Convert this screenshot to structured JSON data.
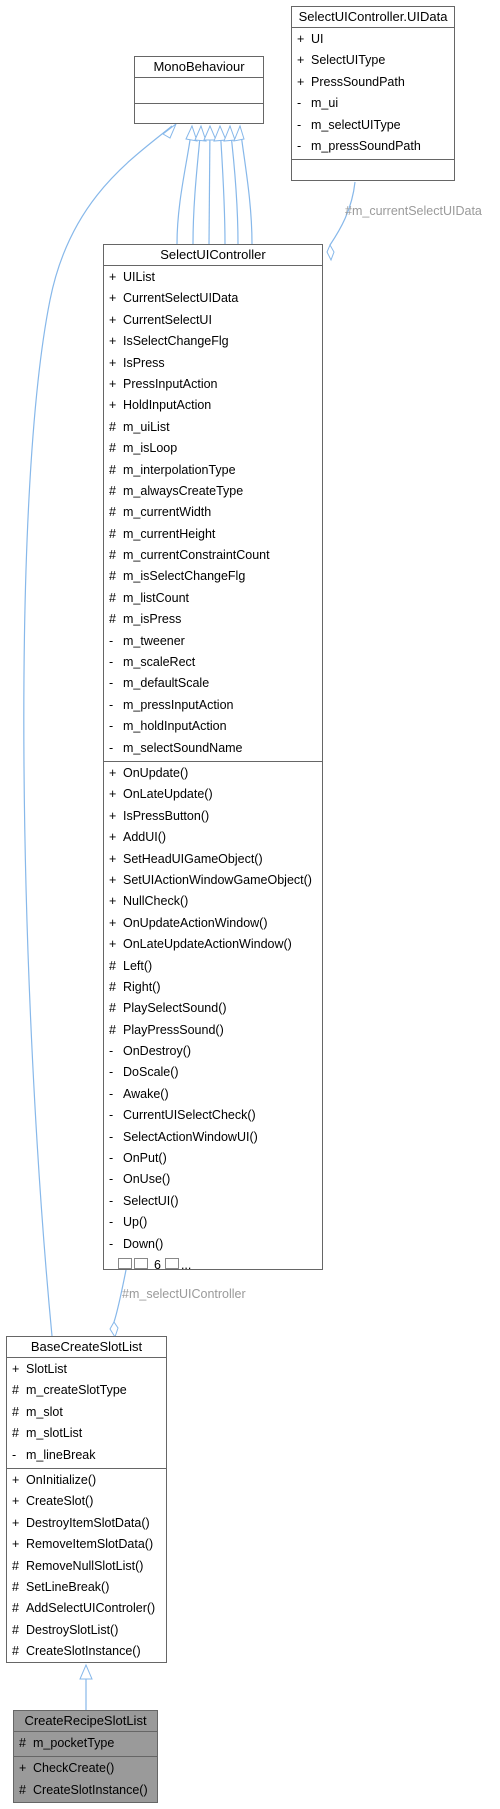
{
  "classes": {
    "mono": {
      "name": "MonoBehaviour",
      "attributes": [],
      "methods": []
    },
    "uidata": {
      "name": "SelectUIController.UIData",
      "attributes": [
        {
          "vis": "+",
          "name": "UI"
        },
        {
          "vis": "+",
          "name": "SelectUIType"
        },
        {
          "vis": "+",
          "name": "PressSoundPath"
        },
        {
          "vis": "-",
          "name": "m_ui"
        },
        {
          "vis": "-",
          "name": "m_selectUIType"
        },
        {
          "vis": "-",
          "name": "m_pressSoundPath"
        }
      ],
      "methods": []
    },
    "select": {
      "name": "SelectUIController",
      "attributes": [
        {
          "vis": "+",
          "name": "UIList"
        },
        {
          "vis": "+",
          "name": "CurrentSelectUIData"
        },
        {
          "vis": "+",
          "name": "CurrentSelectUI"
        },
        {
          "vis": "+",
          "name": "IsSelectChangeFlg"
        },
        {
          "vis": "+",
          "name": "IsPress"
        },
        {
          "vis": "+",
          "name": "PressInputAction"
        },
        {
          "vis": "+",
          "name": "HoldInputAction"
        },
        {
          "vis": "#",
          "name": "m_uiList"
        },
        {
          "vis": "#",
          "name": "m_isLoop"
        },
        {
          "vis": "#",
          "name": "m_interpolationType"
        },
        {
          "vis": "#",
          "name": "m_alwaysCreateType"
        },
        {
          "vis": "#",
          "name": "m_currentWidth"
        },
        {
          "vis": "#",
          "name": "m_currentHeight"
        },
        {
          "vis": "#",
          "name": "m_currentConstraintCount"
        },
        {
          "vis": "#",
          "name": "m_isSelectChangeFlg"
        },
        {
          "vis": "#",
          "name": "m_listCount"
        },
        {
          "vis": "#",
          "name": "m_isPress"
        },
        {
          "vis": "-",
          "name": "m_tweener"
        },
        {
          "vis": "-",
          "name": "m_scaleRect"
        },
        {
          "vis": "-",
          "name": "m_defaultScale"
        },
        {
          "vis": "-",
          "name": "m_pressInputAction"
        },
        {
          "vis": "-",
          "name": "m_holdInputAction"
        },
        {
          "vis": "-",
          "name": "m_selectSoundName"
        }
      ],
      "methods": [
        {
          "vis": "+",
          "name": "OnUpdate()"
        },
        {
          "vis": "+",
          "name": "OnLateUpdate()"
        },
        {
          "vis": "+",
          "name": "IsPressButton()"
        },
        {
          "vis": "+",
          "name": "AddUI()"
        },
        {
          "vis": "+",
          "name": "SetHeadUIGameObject()"
        },
        {
          "vis": "+",
          "name": "SetUIActionWindowGameObject()"
        },
        {
          "vis": "+",
          "name": "NullCheck()"
        },
        {
          "vis": "+",
          "name": "OnUpdateActionWindow()"
        },
        {
          "vis": "+",
          "name": "OnLateUpdateActionWindow()"
        },
        {
          "vis": "#",
          "name": "Left()"
        },
        {
          "vis": "#",
          "name": "Right()"
        },
        {
          "vis": "#",
          "name": "PlaySelectSound()"
        },
        {
          "vis": "#",
          "name": "PlayPressSound()"
        },
        {
          "vis": "-",
          "name": "OnDestroy()"
        },
        {
          "vis": "-",
          "name": "DoScale()"
        },
        {
          "vis": "-",
          "name": "Awake()"
        },
        {
          "vis": "-",
          "name": "CurrentUISelectCheck()"
        },
        {
          "vis": "-",
          "name": "SelectActionWindowUI()"
        },
        {
          "vis": "-",
          "name": "OnPut()"
        },
        {
          "vis": "-",
          "name": "OnUse()"
        },
        {
          "vis": "-",
          "name": "SelectUI()"
        },
        {
          "vis": "-",
          "name": "Up()"
        },
        {
          "vis": "-",
          "name": "Down()"
        }
      ],
      "more_count": "6",
      "more_ellipsis": "..."
    },
    "base": {
      "name": "BaseCreateSlotList",
      "attributes": [
        {
          "vis": "+",
          "name": "SlotList"
        },
        {
          "vis": "#",
          "name": "m_createSlotType"
        },
        {
          "vis": "#",
          "name": "m_slot"
        },
        {
          "vis": "#",
          "name": "m_slotList"
        },
        {
          "vis": "-",
          "name": "m_lineBreak"
        }
      ],
      "methods": [
        {
          "vis": "+",
          "name": "OnInitialize()"
        },
        {
          "vis": "+",
          "name": "CreateSlot()"
        },
        {
          "vis": "+",
          "name": "DestroyItemSlotData()"
        },
        {
          "vis": "+",
          "name": "RemoveItemSlotData()"
        },
        {
          "vis": "#",
          "name": "RemoveNullSlotList()"
        },
        {
          "vis": "#",
          "name": "SetLineBreak()"
        },
        {
          "vis": "#",
          "name": "AddSelectUIControler()"
        },
        {
          "vis": "#",
          "name": "DestroySlotList()"
        },
        {
          "vis": "#",
          "name": "CreateSlotInstance()"
        }
      ]
    },
    "recipe": {
      "name": "CreateRecipeSlotList",
      "attributes": [
        {
          "vis": "#",
          "name": "m_pocketType"
        }
      ],
      "methods": [
        {
          "vis": "+",
          "name": "CheckCreate()"
        },
        {
          "vis": "#",
          "name": "CreateSlotInstance()"
        }
      ]
    }
  },
  "edges": {
    "uidata_label": "#m_currentSelectUIData",
    "select_label": "#m_selectUIController"
  },
  "colors": {
    "arrow": "#87b8ea",
    "border": "#666666",
    "label": "#9a9a9a",
    "highlight_bg": "#9a9a9a"
  }
}
